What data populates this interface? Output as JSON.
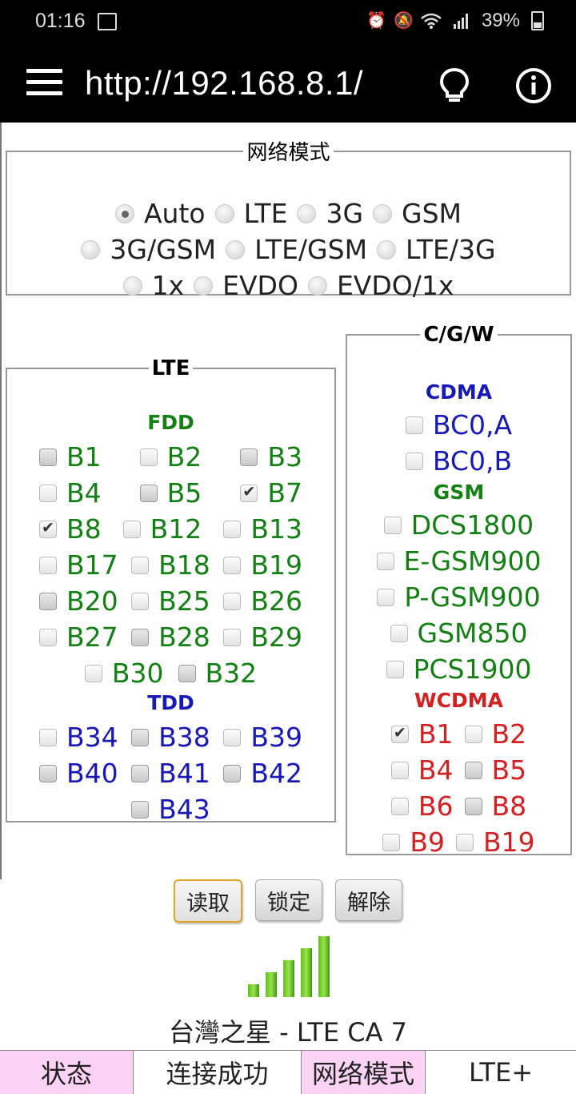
{
  "status_bar": {
    "time": "01:16",
    "battery": "39%"
  },
  "app_bar": {
    "url": "http://192.168.8.1/"
  },
  "network_mode": {
    "legend": "网络模式",
    "options": [
      [
        {
          "label": "Auto",
          "selected": true
        },
        {
          "label": "LTE",
          "selected": false
        },
        {
          "label": "3G",
          "selected": false
        },
        {
          "label": "GSM",
          "selected": false
        }
      ],
      [
        {
          "label": "3G/GSM",
          "selected": false
        },
        {
          "label": "LTE/GSM",
          "selected": false
        },
        {
          "label": "LTE/3G",
          "selected": false
        }
      ],
      [
        {
          "label": "1x",
          "selected": false
        },
        {
          "label": "EVDO",
          "selected": false
        },
        {
          "label": "EVDO/1x",
          "selected": false
        }
      ]
    ]
  },
  "lte": {
    "legend": "LTE",
    "fdd_title": "FDD",
    "fdd_rows": [
      [
        {
          "label": "B1",
          "checked": false,
          "dark": true
        },
        {
          "label": "B2",
          "checked": false,
          "dark": false
        },
        {
          "label": "B3",
          "checked": false,
          "dark": true
        }
      ],
      [
        {
          "label": "B4",
          "checked": false,
          "dark": false
        },
        {
          "label": "B5",
          "checked": false,
          "dark": true
        },
        {
          "label": "B7",
          "checked": true,
          "dark": false
        }
      ],
      [
        {
          "label": "B8",
          "checked": true,
          "dark": false
        },
        {
          "label": "B12",
          "checked": false,
          "dark": false
        },
        {
          "label": "B13",
          "checked": false,
          "dark": false
        }
      ],
      [
        {
          "label": "B17",
          "checked": false,
          "dark": false
        },
        {
          "label": "B18",
          "checked": false,
          "dark": false
        },
        {
          "label": "B19",
          "checked": false,
          "dark": false
        }
      ],
      [
        {
          "label": "B20",
          "checked": false,
          "dark": true
        },
        {
          "label": "B25",
          "checked": false,
          "dark": false
        },
        {
          "label": "B26",
          "checked": false,
          "dark": false
        }
      ],
      [
        {
          "label": "B27",
          "checked": false,
          "dark": false
        },
        {
          "label": "B28",
          "checked": false,
          "dark": true
        },
        {
          "label": "B29",
          "checked": false,
          "dark": false
        }
      ],
      [
        {
          "label": "B30",
          "checked": false,
          "dark": false
        },
        {
          "label": "B32",
          "checked": false,
          "dark": true
        }
      ]
    ],
    "tdd_title": "TDD",
    "tdd_rows": [
      [
        {
          "label": "B34",
          "checked": false,
          "dark": false
        },
        {
          "label": "B38",
          "checked": false,
          "dark": true
        },
        {
          "label": "B39",
          "checked": false,
          "dark": false
        }
      ],
      [
        {
          "label": "B40",
          "checked": false,
          "dark": true
        },
        {
          "label": "B41",
          "checked": false,
          "dark": true
        },
        {
          "label": "B42",
          "checked": false,
          "dark": true
        }
      ],
      [
        {
          "label": "B43",
          "checked": false,
          "dark": true
        }
      ]
    ]
  },
  "cgw": {
    "legend": "C/G/W",
    "cdma_title": "CDMA",
    "cdma_rows": [
      [
        {
          "label": "BC0,A",
          "checked": false,
          "dark": false
        }
      ],
      [
        {
          "label": "BC0,B",
          "checked": false,
          "dark": false
        }
      ]
    ],
    "gsm_title": "GSM",
    "gsm_rows": [
      [
        {
          "label": "DCS1800",
          "checked": false,
          "dark": false
        }
      ],
      [
        {
          "label": "E-GSM900",
          "checked": false,
          "dark": false
        }
      ],
      [
        {
          "label": "P-GSM900",
          "checked": false,
          "dark": false
        }
      ],
      [
        {
          "label": "GSM850",
          "checked": false,
          "dark": false
        }
      ],
      [
        {
          "label": "PCS1900",
          "checked": false,
          "dark": false
        }
      ]
    ],
    "wcdma_title": "WCDMA",
    "wcdma_rows": [
      [
        {
          "label": "B1",
          "checked": true,
          "dark": false
        },
        {
          "label": "B2",
          "checked": false,
          "dark": false
        }
      ],
      [
        {
          "label": "B4",
          "checked": false,
          "dark": false
        },
        {
          "label": "B5",
          "checked": false,
          "dark": true
        }
      ],
      [
        {
          "label": "B6",
          "checked": false,
          "dark": false
        },
        {
          "label": "B8",
          "checked": false,
          "dark": true
        }
      ],
      [
        {
          "label": "B9",
          "checked": false,
          "dark": false
        },
        {
          "label": "B19",
          "checked": false,
          "dark": false
        }
      ]
    ]
  },
  "actions": {
    "read": "读取",
    "lock": "锁定",
    "unlock": "解除"
  },
  "signal": {
    "level": 5,
    "max": 5
  },
  "carrier": "台灣之星 - LTE CA 7",
  "bottom_tabs": [
    {
      "label": "状态",
      "highlight": true
    },
    {
      "label": "连接成功",
      "highlight": false
    },
    {
      "label": "网络模式",
      "highlight": true
    },
    {
      "label": "LTE+",
      "highlight": false
    }
  ],
  "colors": {
    "fdd_green": "#138013",
    "tdd_blue": "#1818b8",
    "wcdma_red": "#d42020",
    "tab_pink": "#fbd3f5",
    "focus_orange": "#e0a520"
  }
}
